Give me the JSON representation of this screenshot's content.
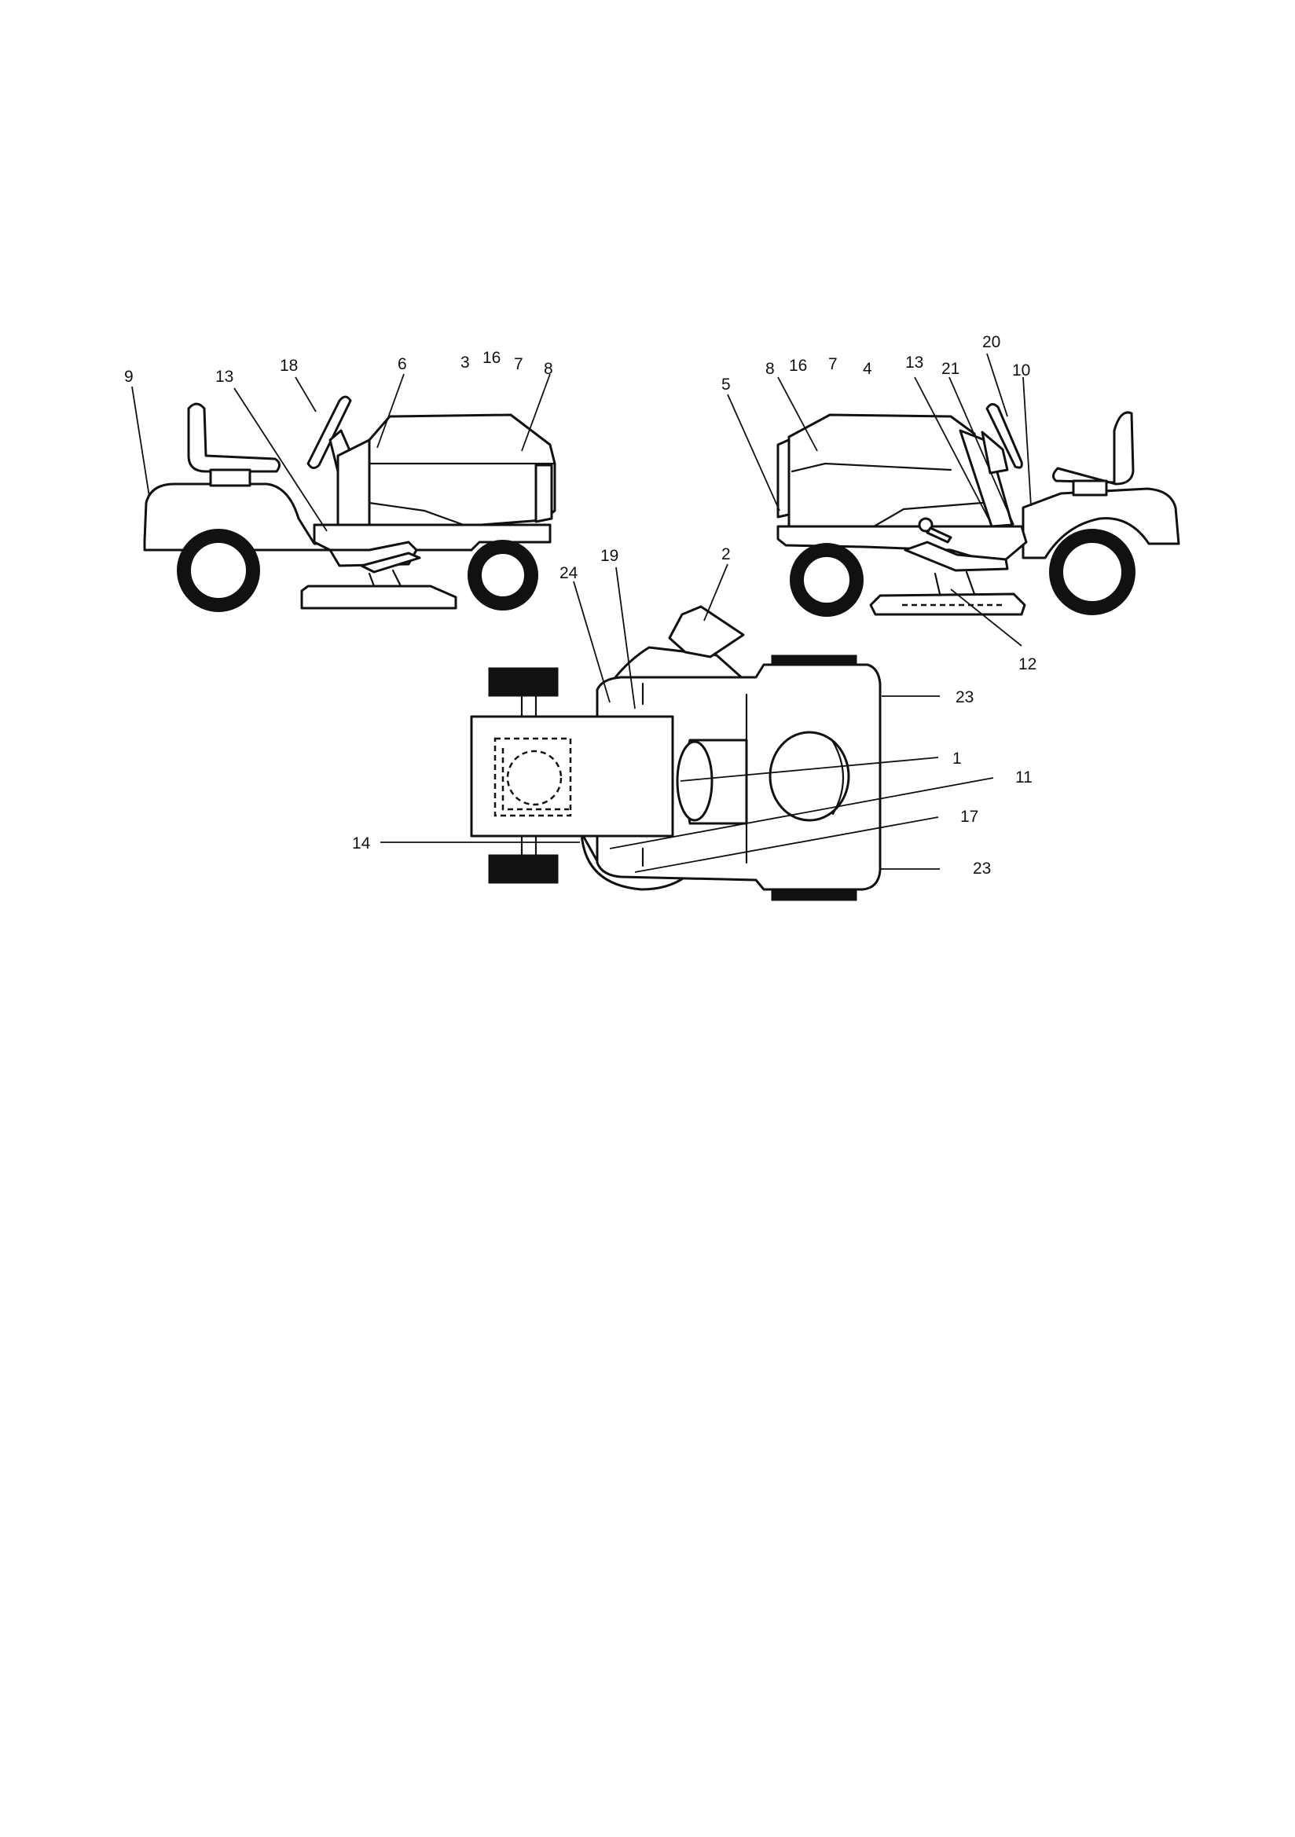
{
  "callouts": {
    "left": [
      "9",
      "13",
      "18",
      "6",
      "3",
      "16",
      "7",
      "8"
    ],
    "right": [
      "5",
      "8",
      "16",
      "7",
      "4",
      "13",
      "20",
      "21",
      "10",
      "12"
    ],
    "top": [
      "19",
      "2",
      "24",
      "23",
      "1",
      "11",
      "17",
      "14",
      "23"
    ]
  },
  "colors": {
    "ink": "#111111",
    "paper": "#ffffff"
  },
  "views": [
    "left-side-view",
    "right-side-view",
    "top-view"
  ]
}
